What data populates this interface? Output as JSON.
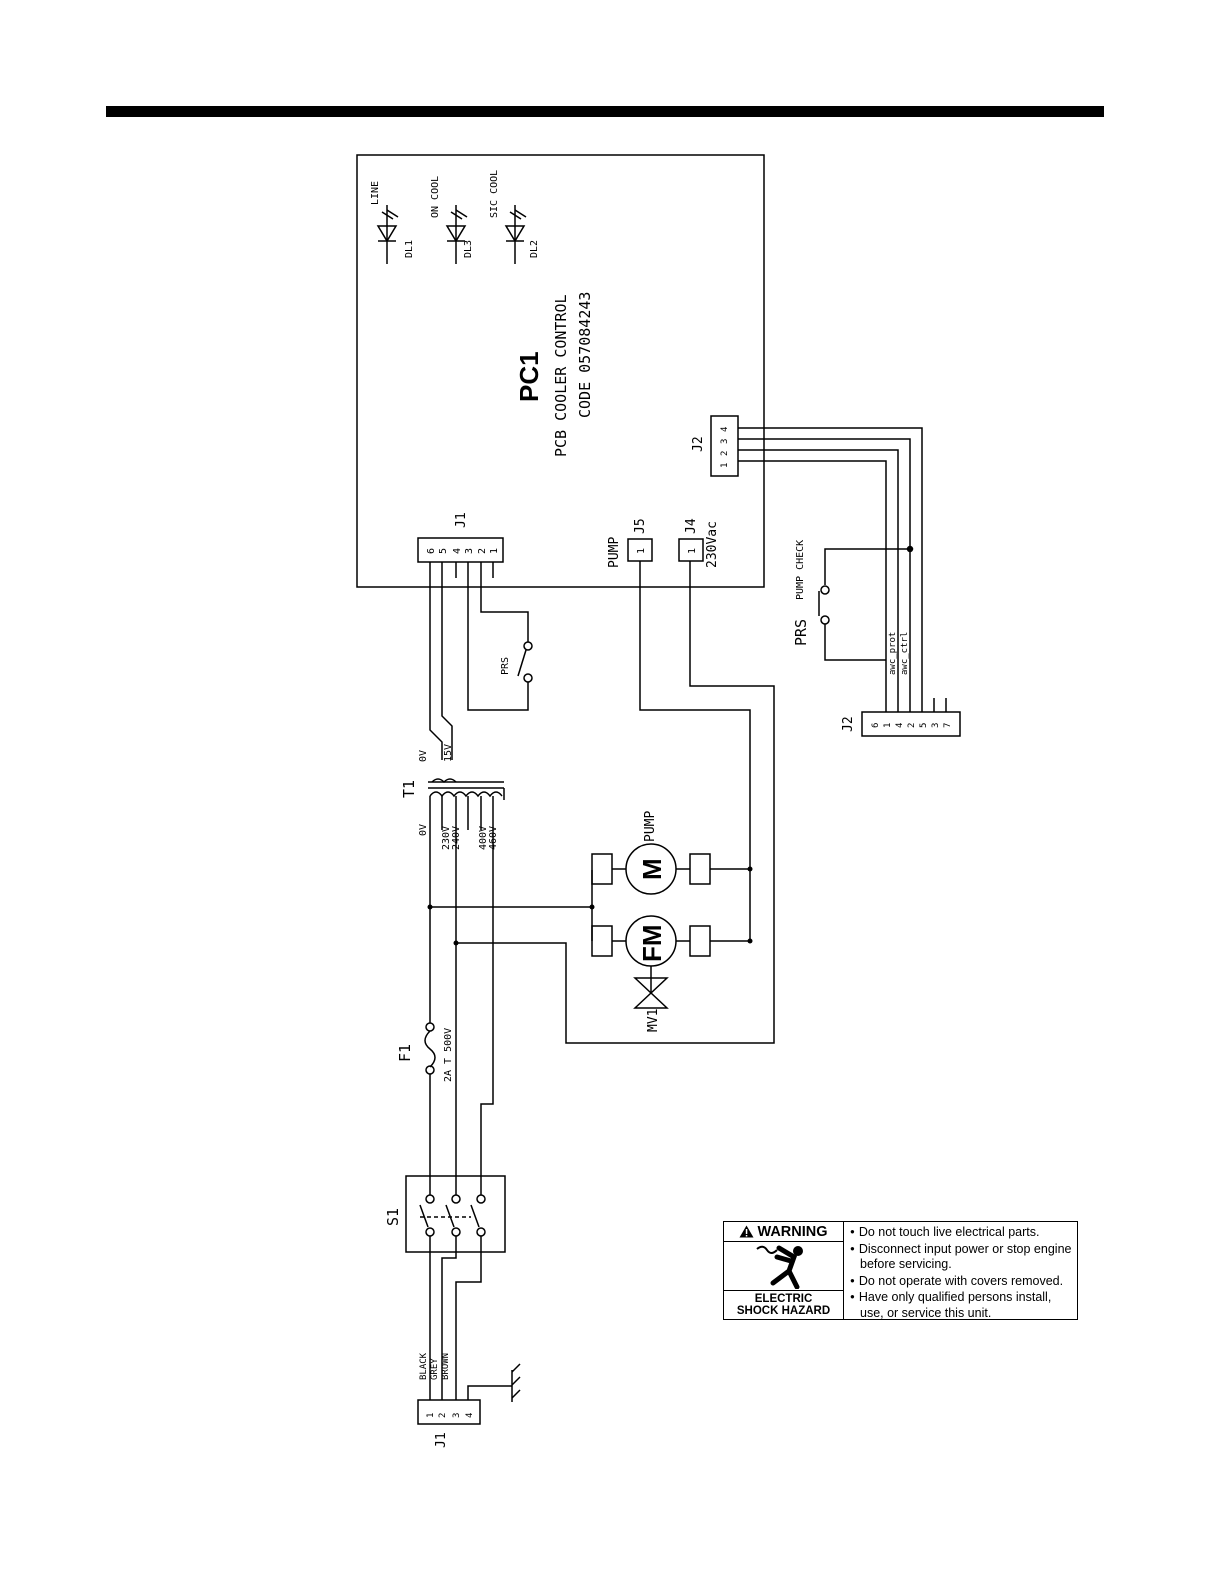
{
  "board": {
    "designator": "PC1",
    "name": "PCB COOLER CONTROL",
    "code": "CODE 057084243"
  },
  "leds": [
    {
      "ref": "DL1",
      "label": "LINE"
    },
    {
      "ref": "DL3",
      "label": "ON COOL"
    },
    {
      "ref": "DL2",
      "label": "SIC COOL"
    }
  ],
  "connectors": {
    "j1_board": {
      "ref": "J1",
      "pins": [
        "6",
        "5",
        "4",
        "3",
        "2",
        "1"
      ]
    },
    "j2_board": {
      "ref": "J2",
      "pins": [
        "1",
        "2",
        "3",
        "4"
      ]
    },
    "j4": {
      "ref": "J4",
      "pin": "1",
      "label": "230Vac"
    },
    "j5": {
      "ref": "J5",
      "pin": "1",
      "label": "PUMP"
    },
    "j2_remote": {
      "ref": "J2",
      "pins": [
        "6",
        "1",
        "4",
        "2",
        "5",
        "3",
        "7"
      ]
    },
    "j1_input": {
      "ref": "J1",
      "pins": [
        "1",
        "2",
        "3",
        "4"
      ]
    }
  },
  "pressure_switch": {
    "ref": "PRS",
    "label": "PRS"
  },
  "pump_check": {
    "ref": "PRS",
    "label": "PUMP CHECK",
    "signals": [
      "awc_prot",
      "awc_ctrl"
    ]
  },
  "transformer": {
    "ref": "T1",
    "secondary": [
      "0V",
      "15V"
    ],
    "primary": [
      "0V",
      "230V",
      "240V",
      "400V",
      "460V"
    ]
  },
  "pump_motor": {
    "symbol": "M",
    "label": "PUMP"
  },
  "fan_motor": {
    "symbol": "FM"
  },
  "valve": {
    "ref": "MV1"
  },
  "fuse": {
    "ref": "F1",
    "rating": "2A T 500V"
  },
  "switch": {
    "ref": "S1"
  },
  "input_wires": [
    "BLACK",
    "GREY",
    "BROWN"
  ],
  "warning": {
    "title": "WARNING",
    "caption_line1": "ELECTRIC",
    "caption_line2": "SHOCK HAZARD",
    "items": [
      "Do not touch live electrical parts.",
      "Disconnect input power or stop engine before servicing.",
      "Do not operate with covers removed.",
      "Have only qualified persons install, use, or service this unit."
    ]
  }
}
